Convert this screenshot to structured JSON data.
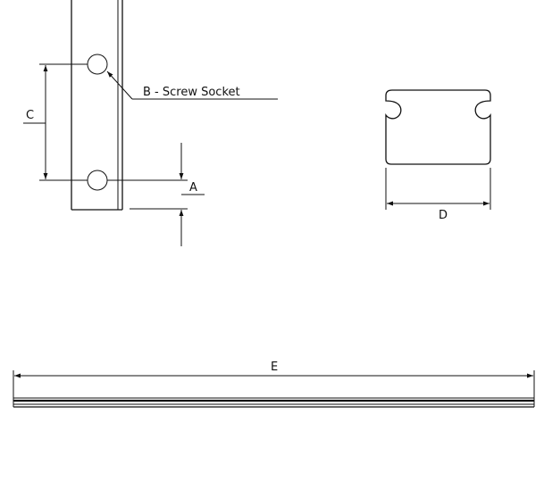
{
  "labels": {
    "a": "A",
    "b": "B - Screw Socket",
    "c": "C",
    "d": "D",
    "e": "E"
  },
  "colors": {
    "line": "#111111",
    "background": "#ffffff"
  }
}
